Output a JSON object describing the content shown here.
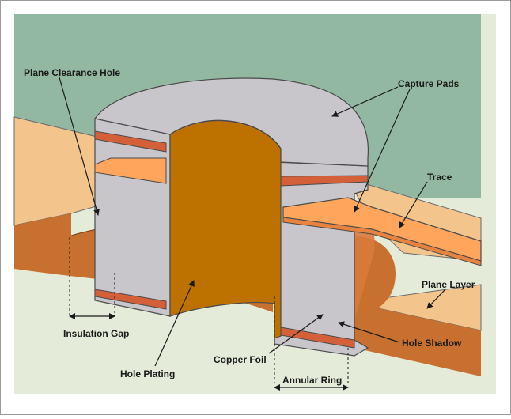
{
  "labels": {
    "plane_clearance_hole": "Plane Clearance Hole",
    "capture_pads": "Capture Pads",
    "trace": "Trace",
    "plane_layer": "Plane Layer",
    "insulation_gap": "Insulation Gap",
    "hole_plating": "Hole Plating",
    "copper_foil": "Copper Foil",
    "hole_shadow": "Hole Shadow",
    "annular_ring": "Annular Ring"
  },
  "colors": {
    "background_top": "#93b8a2",
    "background_bottom": "#e5ebd9",
    "plane_top": "#f3c48b",
    "plane_side": "#c7702f",
    "copper_pad": "#d4603a",
    "trace_orange": "#ffa65c",
    "barrel_interior": "#bd7200",
    "plating_gray": "#c9c6cb",
    "outline": "#4a4a4a"
  }
}
